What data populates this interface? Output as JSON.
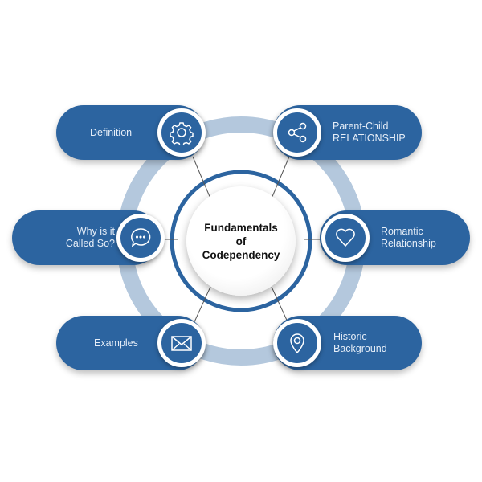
{
  "title": [
    "Fundamentals",
    "of",
    "Codependency"
  ],
  "nodes": [
    {
      "label1": "Definition",
      "label2": "",
      "icon": "gear-icon"
    },
    {
      "label1": "Parent-Child",
      "label2": "RELATIONSHIP",
      "icon": "share-icon"
    },
    {
      "label1": "Why is it",
      "label2": "Called So?",
      "icon": "chat-bubble-icon"
    },
    {
      "label1": "Romantic",
      "label2": "Relationship",
      "icon": "heart-icon"
    },
    {
      "label1": "Examples",
      "label2": "",
      "icon": "envelope-icon"
    },
    {
      "label1": "Historic",
      "label2": "Background",
      "icon": "location-pin-icon"
    }
  ],
  "colors": {
    "primary": "#2c64a0",
    "ring": "#b4c8dd"
  }
}
